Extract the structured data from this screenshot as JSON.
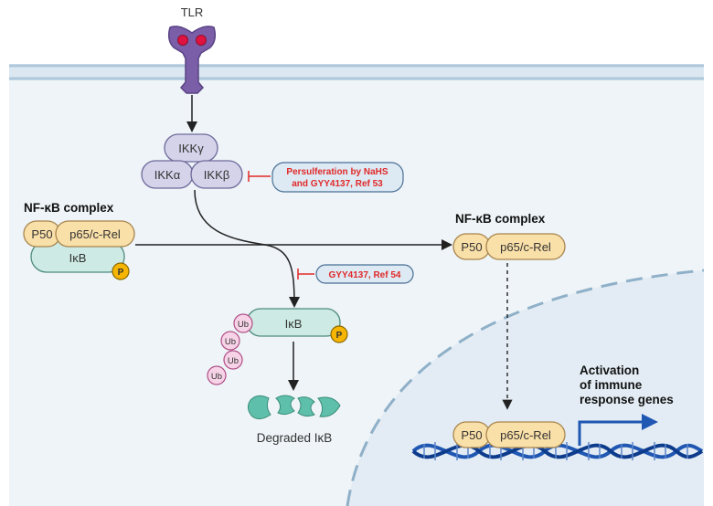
{
  "receptor": {
    "label": "TLR"
  },
  "ikk": {
    "gamma": "IKKγ",
    "alpha": "IKKα",
    "beta": "IKKβ"
  },
  "inhibitor1": {
    "line1": "Persulferation by NaHS",
    "line2": "and GYY4137, Ref 53"
  },
  "inhibitor2": {
    "label": "GYY4137, Ref 54"
  },
  "complex_left": {
    "title": "NF-κB complex",
    "p50": "P50",
    "p65": "p65/c-Rel",
    "ikb": "IκB",
    "phospho": "P"
  },
  "complex_right": {
    "title": "NF-κB complex",
    "p50": "P50",
    "p65": "p65/c-Rel"
  },
  "ikb_ub": {
    "ikb": "IκB",
    "phospho": "P",
    "ub": [
      "Ub",
      "Ub",
      "Ub",
      "Ub"
    ]
  },
  "degraded": {
    "label": "Degraded IκB"
  },
  "nucleus_complex": {
    "p50": "P50",
    "p65": "p65/c-Rel"
  },
  "activation": {
    "line1": "Activation",
    "line2": "of immune",
    "line3": "response genes"
  },
  "colors": {
    "membrane": "#c8dbe8",
    "cytoplasm": "#eef4f8",
    "nucleus": "#e3ecf4",
    "ikk_fill": "#d5d3ea",
    "nfkb_fill": "#f9dfa8",
    "ikb_fill": "#cdeae4",
    "phospho_fill": "#f5b500",
    "ub_fill": "#f7d3e7",
    "inhibitor_text": "#e02929",
    "dna": "#1f57b3",
    "degraded": "#5ebfaa"
  }
}
